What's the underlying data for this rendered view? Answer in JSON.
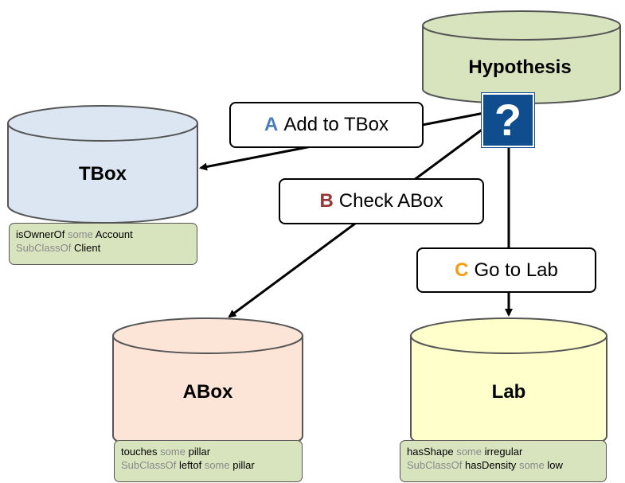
{
  "nodes": {
    "hypothesis": {
      "label": "Hypothesis",
      "color": "#d7e4bd"
    },
    "tbox": {
      "label": "TBox",
      "color": "#dce6f2"
    },
    "abox": {
      "label": "ABox",
      "color": "#fce4d6"
    },
    "lab": {
      "label": "Lab",
      "color": "#ffffcc"
    }
  },
  "question_icon": {
    "icon": "question-mark-icon",
    "glyph": "?",
    "color": "#0f4d8f"
  },
  "actions": {
    "a": {
      "letter": "A",
      "text": "Add to TBox",
      "color": "#4a7ebb"
    },
    "b": {
      "letter": "B",
      "text": "Check ABox",
      "color": "#953735"
    },
    "c": {
      "letter": "C",
      "text": "Go to Lab",
      "color": "#f59d0f"
    }
  },
  "notes": {
    "tbox": {
      "line1": {
        "a": "isOwnerOf",
        "b": "some",
        "c": "Account"
      },
      "line2": {
        "a": "SubClassOf",
        "b": "Client"
      }
    },
    "abox": {
      "line1": {
        "a": "touches",
        "b": "some",
        "c": "pillar"
      },
      "line2": {
        "a": "SubClassOf",
        "b": "leftof",
        "c": "some",
        "d": "pillar"
      }
    },
    "lab": {
      "line1": {
        "a": "hasShape",
        "b": "some",
        "c": "irregular"
      },
      "line2": {
        "a": "SubClassOf",
        "b": "hasDensity",
        "c": "some",
        "d": "low"
      }
    }
  }
}
